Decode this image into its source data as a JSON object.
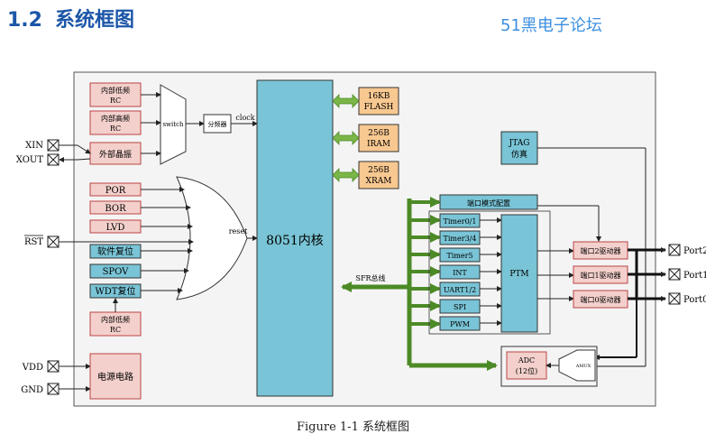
{
  "heading": {
    "number": "1.2",
    "title": "系统框图"
  },
  "watermark": "51黑电子论坛",
  "caption": "Figure 1-1  系统框图",
  "colors": {
    "pink": "#f3d0cc",
    "cyan": "#79c4d6",
    "orange": "#f8c891",
    "green": "#7ab648",
    "darkgreen": "#4c8a26",
    "board": "#f4f4f4"
  },
  "pins": {
    "xin": "XIN",
    "xout": "XOUT",
    "rst": "RST",
    "vdd": "VDD",
    "gnd": "GND",
    "port2": "Port2",
    "port1": "Port1",
    "port0": "Port0"
  },
  "clock": {
    "internal_low_rc": [
      "内部低频",
      "RC"
    ],
    "internal_high_rc": [
      "内部高频",
      "RC"
    ],
    "external_crystal": "外部晶振",
    "switch": "switch",
    "divider": "分频器",
    "clock_label": "clock"
  },
  "reset": {
    "por": "POR",
    "bor": "BOR",
    "lvd": "LVD",
    "soft_reset": "软件复位",
    "spov": "SPOV",
    "wdt_reset": "WDT复位",
    "wdt_rc": [
      "内部低频",
      "RC"
    ],
    "reset_label": "reset"
  },
  "core": {
    "label": "8051内核"
  },
  "memory": {
    "flash": [
      "16KB",
      "FLASH"
    ],
    "iram": [
      "256B",
      "IRAM"
    ],
    "xram": [
      "256B",
      "XRAM"
    ]
  },
  "jtag": [
    "JTAG",
    "仿真"
  ],
  "sfr_bus": "SFR总线",
  "port_config": "端口模式配置",
  "peripherals": [
    "Timer0/1",
    "Timer3/4",
    "Timer5",
    "INT",
    "UART1/2",
    "SPI",
    "PWM"
  ],
  "ptm": "PTM",
  "drivers": {
    "port2": "端口2驱动器",
    "port1": "端口1驱动器",
    "port0": "端口0驱动器"
  },
  "adc": [
    "ADC",
    "(12位)"
  ],
  "amux": "AMUX",
  "power": "电源电路"
}
